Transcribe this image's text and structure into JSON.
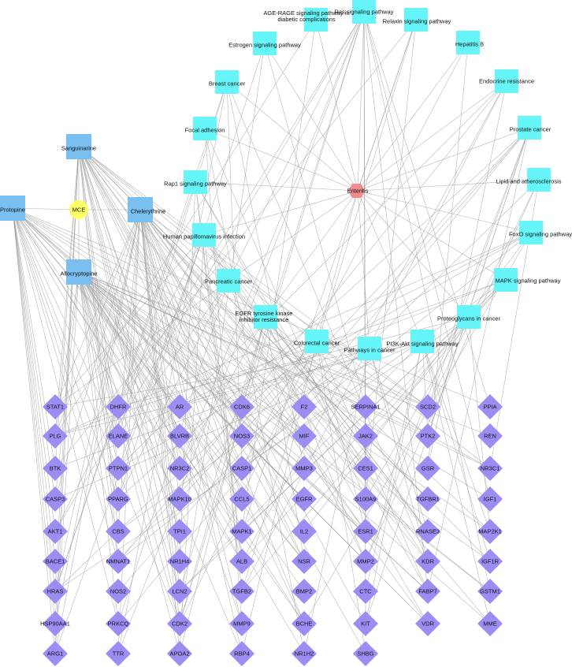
{
  "center": "MCE",
  "disease": "Enteritis",
  "herbs": [
    "Sanguinarine",
    "Protopine",
    "Chelerythrine",
    "Allocryptopine"
  ],
  "pathways": [
    "AGE-RAGE signaling pathway in diabetic complications",
    "Ras signaling pathway",
    "Relaxin signaling pathway",
    "Estrogen signaling pathway",
    "Hepatitis B",
    "Breast cancer",
    "Endocrine resistance",
    "Focal adhesion",
    "Prostate cancer",
    "Rap1 signaling pathway",
    "Lipid and atherosclerosis",
    "Human papillomavirus infection",
    "FoxO signaling pathway",
    "Pancreatic cancer",
    "MAPK signaling pathway",
    "EGFR tyrosine kinase inhibitor resistance",
    "Proteoglycans in cancer",
    "Colorectal cancer",
    "Pathways in cancer",
    "PI3K-Akt signaling pathway"
  ],
  "genes": [
    [
      "STAT1",
      "DHFR",
      "AR",
      "CDK6",
      "F2",
      "SERPINA1",
      "SCD2",
      "PPIA"
    ],
    [
      "PLG",
      "ELANE",
      "BLVRB",
      "NOS3",
      "MIF",
      "JAK2",
      "PTK2",
      "REN"
    ],
    [
      "BTK",
      "PTPN1",
      "NR3C2",
      "CASP1",
      "MMP3",
      "CES1",
      "GSR",
      "NR3C1"
    ],
    [
      "CASP3",
      "PPARG",
      "MAPK10",
      "CCL5",
      "EGFR",
      "S100A9",
      "TGFBR1",
      "IGF1"
    ],
    [
      "AKT1",
      "CBS",
      "TPI1",
      "MAPK1",
      "IL2",
      "ESR1",
      "RNASE3",
      "MAP2K1"
    ],
    [
      "BACE1",
      "NMNAT1",
      "NR1H4",
      "ALB",
      "NSR",
      "MMP2",
      "KDR",
      "IGF1R"
    ],
    [
      "HRAS",
      "NOS2",
      "LCN2",
      "TGFB2",
      "BMP2",
      "CTC",
      "FABP7",
      "GSTM1"
    ],
    [
      "HSP90AA1",
      "PRKCQ",
      "CDK2",
      "MMP9",
      "BCHE",
      "KIT",
      "VDR",
      "MME"
    ],
    [
      "ARG1",
      "TTR",
      "APOA2",
      "RBP4",
      "NR1H2",
      "SHBG"
    ]
  ]
}
